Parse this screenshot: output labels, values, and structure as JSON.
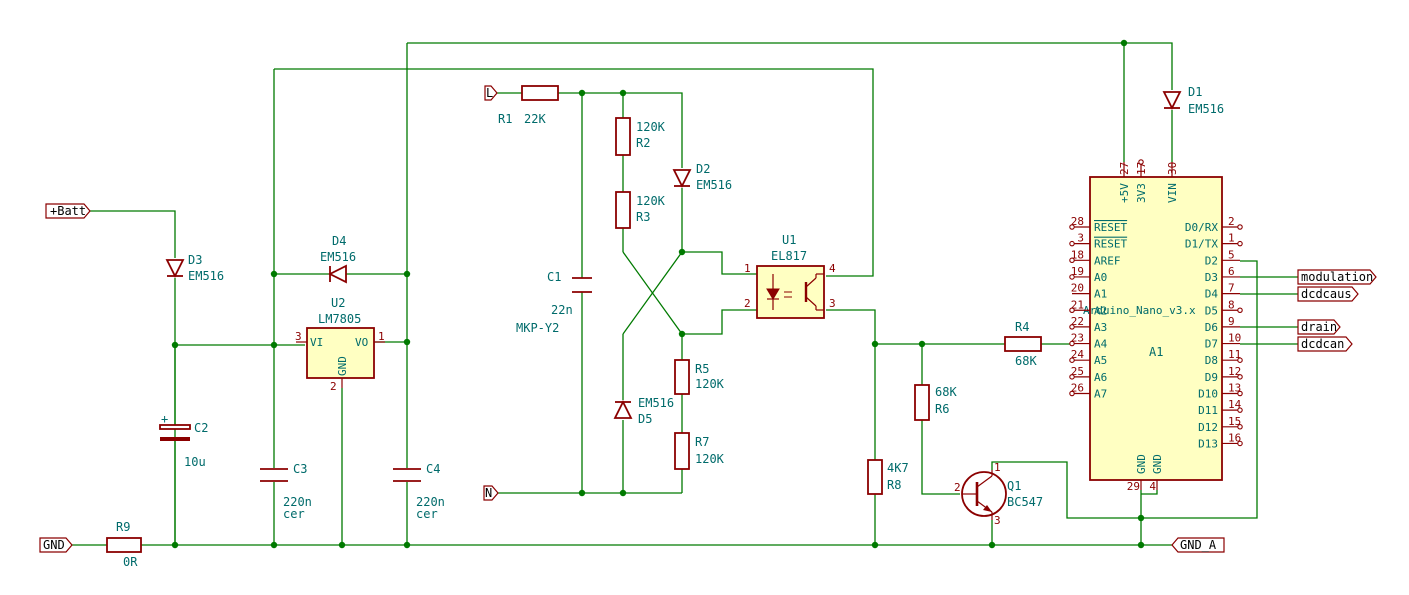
{
  "components": {
    "R1": {
      "ref": "R1",
      "value": "22K"
    },
    "R2": {
      "ref": "R2",
      "value": "120K"
    },
    "R3": {
      "ref": "R3",
      "value": "120K"
    },
    "R4": {
      "ref": "R4",
      "value": "68K"
    },
    "R5": {
      "ref": "R5",
      "value": "120K"
    },
    "R6": {
      "ref": "R6",
      "value": "68K"
    },
    "R7": {
      "ref": "R7",
      "value": "120K"
    },
    "R8": {
      "ref": "R8",
      "value": "4K7"
    },
    "R9": {
      "ref": "R9",
      "value": "0R"
    },
    "C1": {
      "ref": "C1",
      "value": "22n",
      "note": "MKP-Y2"
    },
    "C2": {
      "ref": "C2",
      "value": "10u",
      "plus": "+"
    },
    "C3": {
      "ref": "C3",
      "value": "220n",
      "note": "cer"
    },
    "C4": {
      "ref": "C4",
      "value": "220n",
      "note": "cer"
    },
    "D1": {
      "ref": "D1",
      "value": "EM516"
    },
    "D2": {
      "ref": "D2",
      "value": "EM516"
    },
    "D3": {
      "ref": "D3",
      "value": "EM516"
    },
    "D4": {
      "ref": "D4",
      "value": "EM516"
    },
    "D5": {
      "ref": "D5",
      "value": "EM516"
    },
    "U1": {
      "ref": "U1",
      "value": "EL817",
      "pins": [
        "1",
        "2",
        "3",
        "4"
      ]
    },
    "U2": {
      "ref": "U2",
      "value": "LM7805",
      "pin_vi": "VI",
      "pin_vo": "VO",
      "pin_gnd": "GND",
      "pins": [
        "3",
        "1",
        "2"
      ]
    },
    "Q1": {
      "ref": "Q1",
      "value": "BC547",
      "pins": [
        "1",
        "2",
        "3"
      ]
    },
    "A1": {
      "ref": "A1",
      "value": "Arduino_Nano_v3.x",
      "top_pins": [
        {
          "num": "27",
          "name": "+5V"
        },
        {
          "num": "17",
          "name": "3V3"
        },
        {
          "num": "30",
          "name": "VIN"
        }
      ],
      "left_pins": [
        {
          "num": "28",
          "name": "RESET"
        },
        {
          "num": "3",
          "name": "RESET"
        },
        {
          "num": "18",
          "name": "AREF"
        },
        {
          "num": "19",
          "name": "A0"
        },
        {
          "num": "20",
          "name": "A1"
        },
        {
          "num": "21",
          "name": "A2"
        },
        {
          "num": "22",
          "name": "A3"
        },
        {
          "num": "23",
          "name": "A4"
        },
        {
          "num": "24",
          "name": "A5"
        },
        {
          "num": "25",
          "name": "A6"
        },
        {
          "num": "26",
          "name": "A7"
        }
      ],
      "right_pins": [
        {
          "num": "2",
          "name": "D0/RX"
        },
        {
          "num": "1",
          "name": "D1/TX"
        },
        {
          "num": "5",
          "name": "D2"
        },
        {
          "num": "6",
          "name": "D3"
        },
        {
          "num": "7",
          "name": "D4"
        },
        {
          "num": "8",
          "name": "D5"
        },
        {
          "num": "9",
          "name": "D6"
        },
        {
          "num": "10",
          "name": "D7"
        },
        {
          "num": "11",
          "name": "D8"
        },
        {
          "num": "12",
          "name": "D9"
        },
        {
          "num": "13",
          "name": "D10"
        },
        {
          "num": "14",
          "name": "D11"
        },
        {
          "num": "15",
          "name": "D12"
        },
        {
          "num": "16",
          "name": "D13"
        }
      ],
      "bottom_pins": [
        {
          "num": "29",
          "name": "GND"
        },
        {
          "num": "4",
          "name": "GND"
        }
      ]
    }
  },
  "labels": {
    "batt": "+Batt",
    "gnd": "GND",
    "gnd_a": "GND_A",
    "line": "L",
    "neutral": "N",
    "modulation": "modulation",
    "dcdcaus": "dcdcaus",
    "drain": "drain",
    "dcdcan": "dcdcan"
  },
  "colors": {
    "wire": "#007a00",
    "component": "#8b0000",
    "body_fill": "#ffffc2",
    "text": "#006b6b"
  }
}
